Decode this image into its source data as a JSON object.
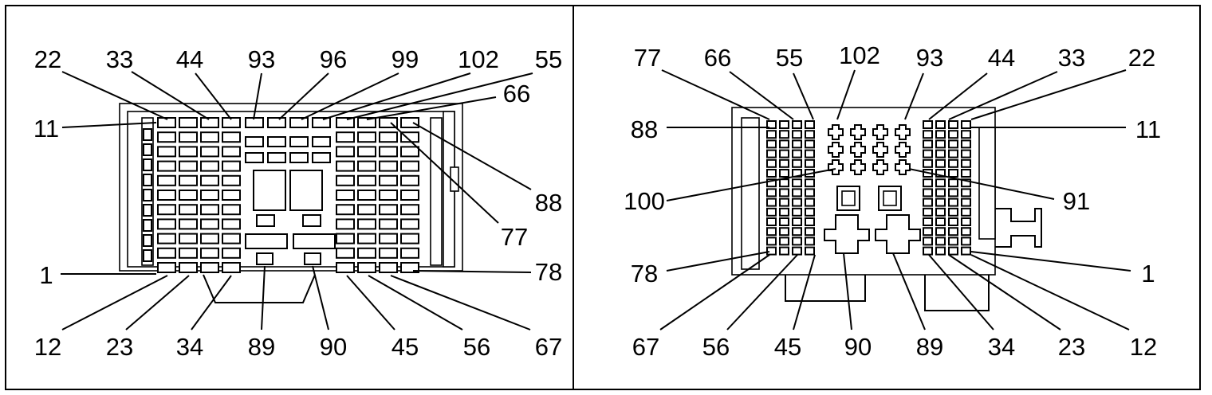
{
  "left_view": {
    "top_labels": [
      "22",
      "33",
      "44",
      "93",
      "96",
      "99",
      "102",
      "55",
      "66"
    ],
    "side_left_labels": [
      "11",
      "1"
    ],
    "side_right_labels": [
      "88",
      "77",
      "78"
    ],
    "bottom_labels": [
      "12",
      "23",
      "34",
      "89",
      "90",
      "45",
      "56",
      "67"
    ]
  },
  "right_view": {
    "top_labels": [
      "77",
      "66",
      "55",
      "102",
      "93",
      "44",
      "33",
      "22"
    ],
    "side_left_labels": [
      "88",
      "100",
      "78"
    ],
    "side_right_labels": [
      "11",
      "91",
      "1"
    ],
    "bottom_labels": [
      "67",
      "56",
      "45",
      "90",
      "89",
      "34",
      "23",
      "12"
    ]
  }
}
